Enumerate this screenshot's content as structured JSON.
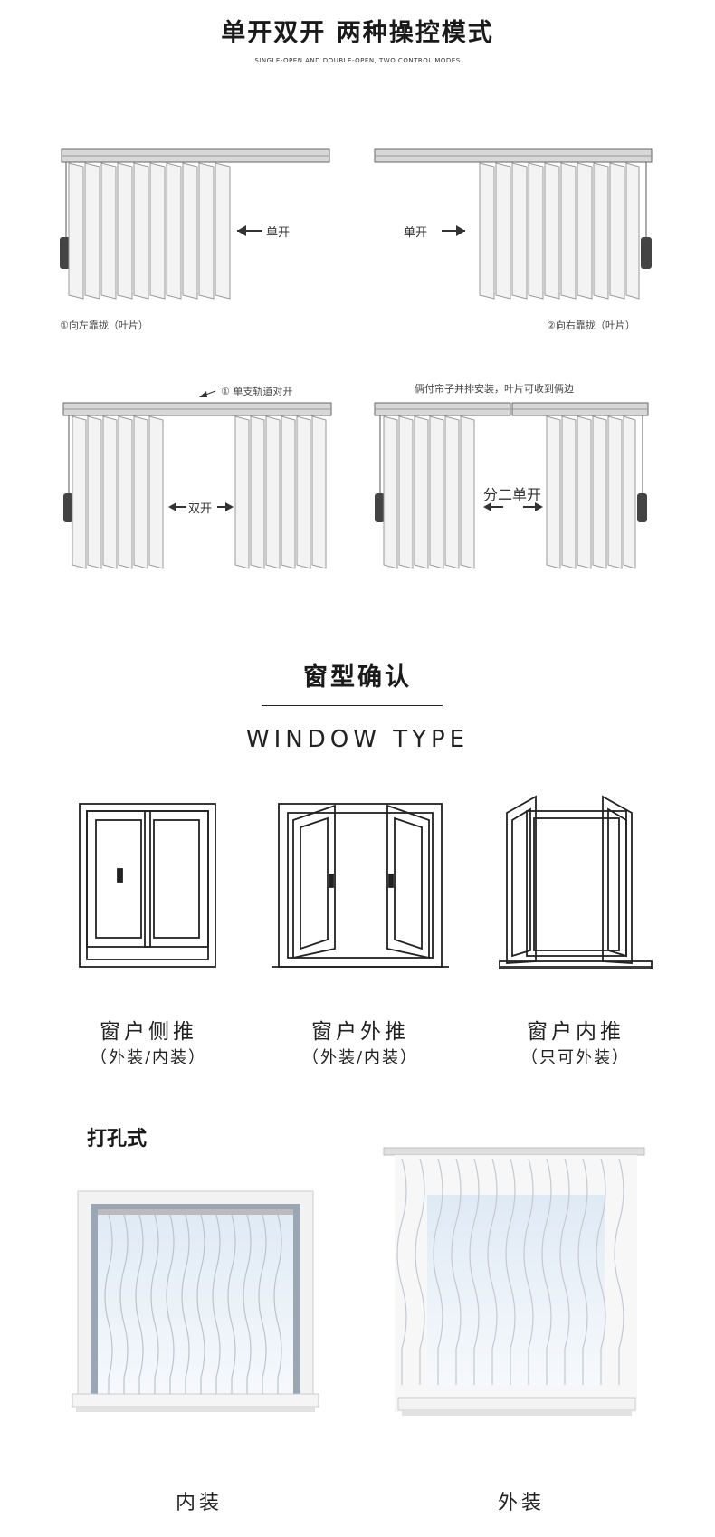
{
  "section1": {
    "title": "单开双开 两种操控模式",
    "subtitle": "SINGLE-OPEN AND DOUBLE-OPEN, TWO CONTROL MODES",
    "diagrams": [
      {
        "arrow_label": "单开",
        "caption": "①向左靠拢（叶片）"
      },
      {
        "arrow_label": "单开",
        "caption": "②向右靠拢（叶片）"
      },
      {
        "arrow_label": "双开",
        "top_note": "①  单支轨道对开"
      },
      {
        "arrow_label": "分二单开",
        "top_note": "俩付帘子并排安装，叶片可收到俩边"
      }
    ]
  },
  "section2": {
    "title": "窗型确认",
    "subtitle": "WINDOW TYPE",
    "windows": [
      {
        "label": "窗户侧推",
        "sub": "（外装/内装）"
      },
      {
        "label": "窗户外推",
        "sub": "（外装/内装）"
      },
      {
        "label": "窗户内推",
        "sub": "（只可外装）"
      }
    ]
  },
  "section3": {
    "title": "打孔式",
    "installs": [
      {
        "label": "内装"
      },
      {
        "label": "外装"
      }
    ]
  },
  "colors": {
    "line": "#333333",
    "slat": "#f4f4f4",
    "rail": "#cfcfcf",
    "glass": "#e3eef8"
  }
}
